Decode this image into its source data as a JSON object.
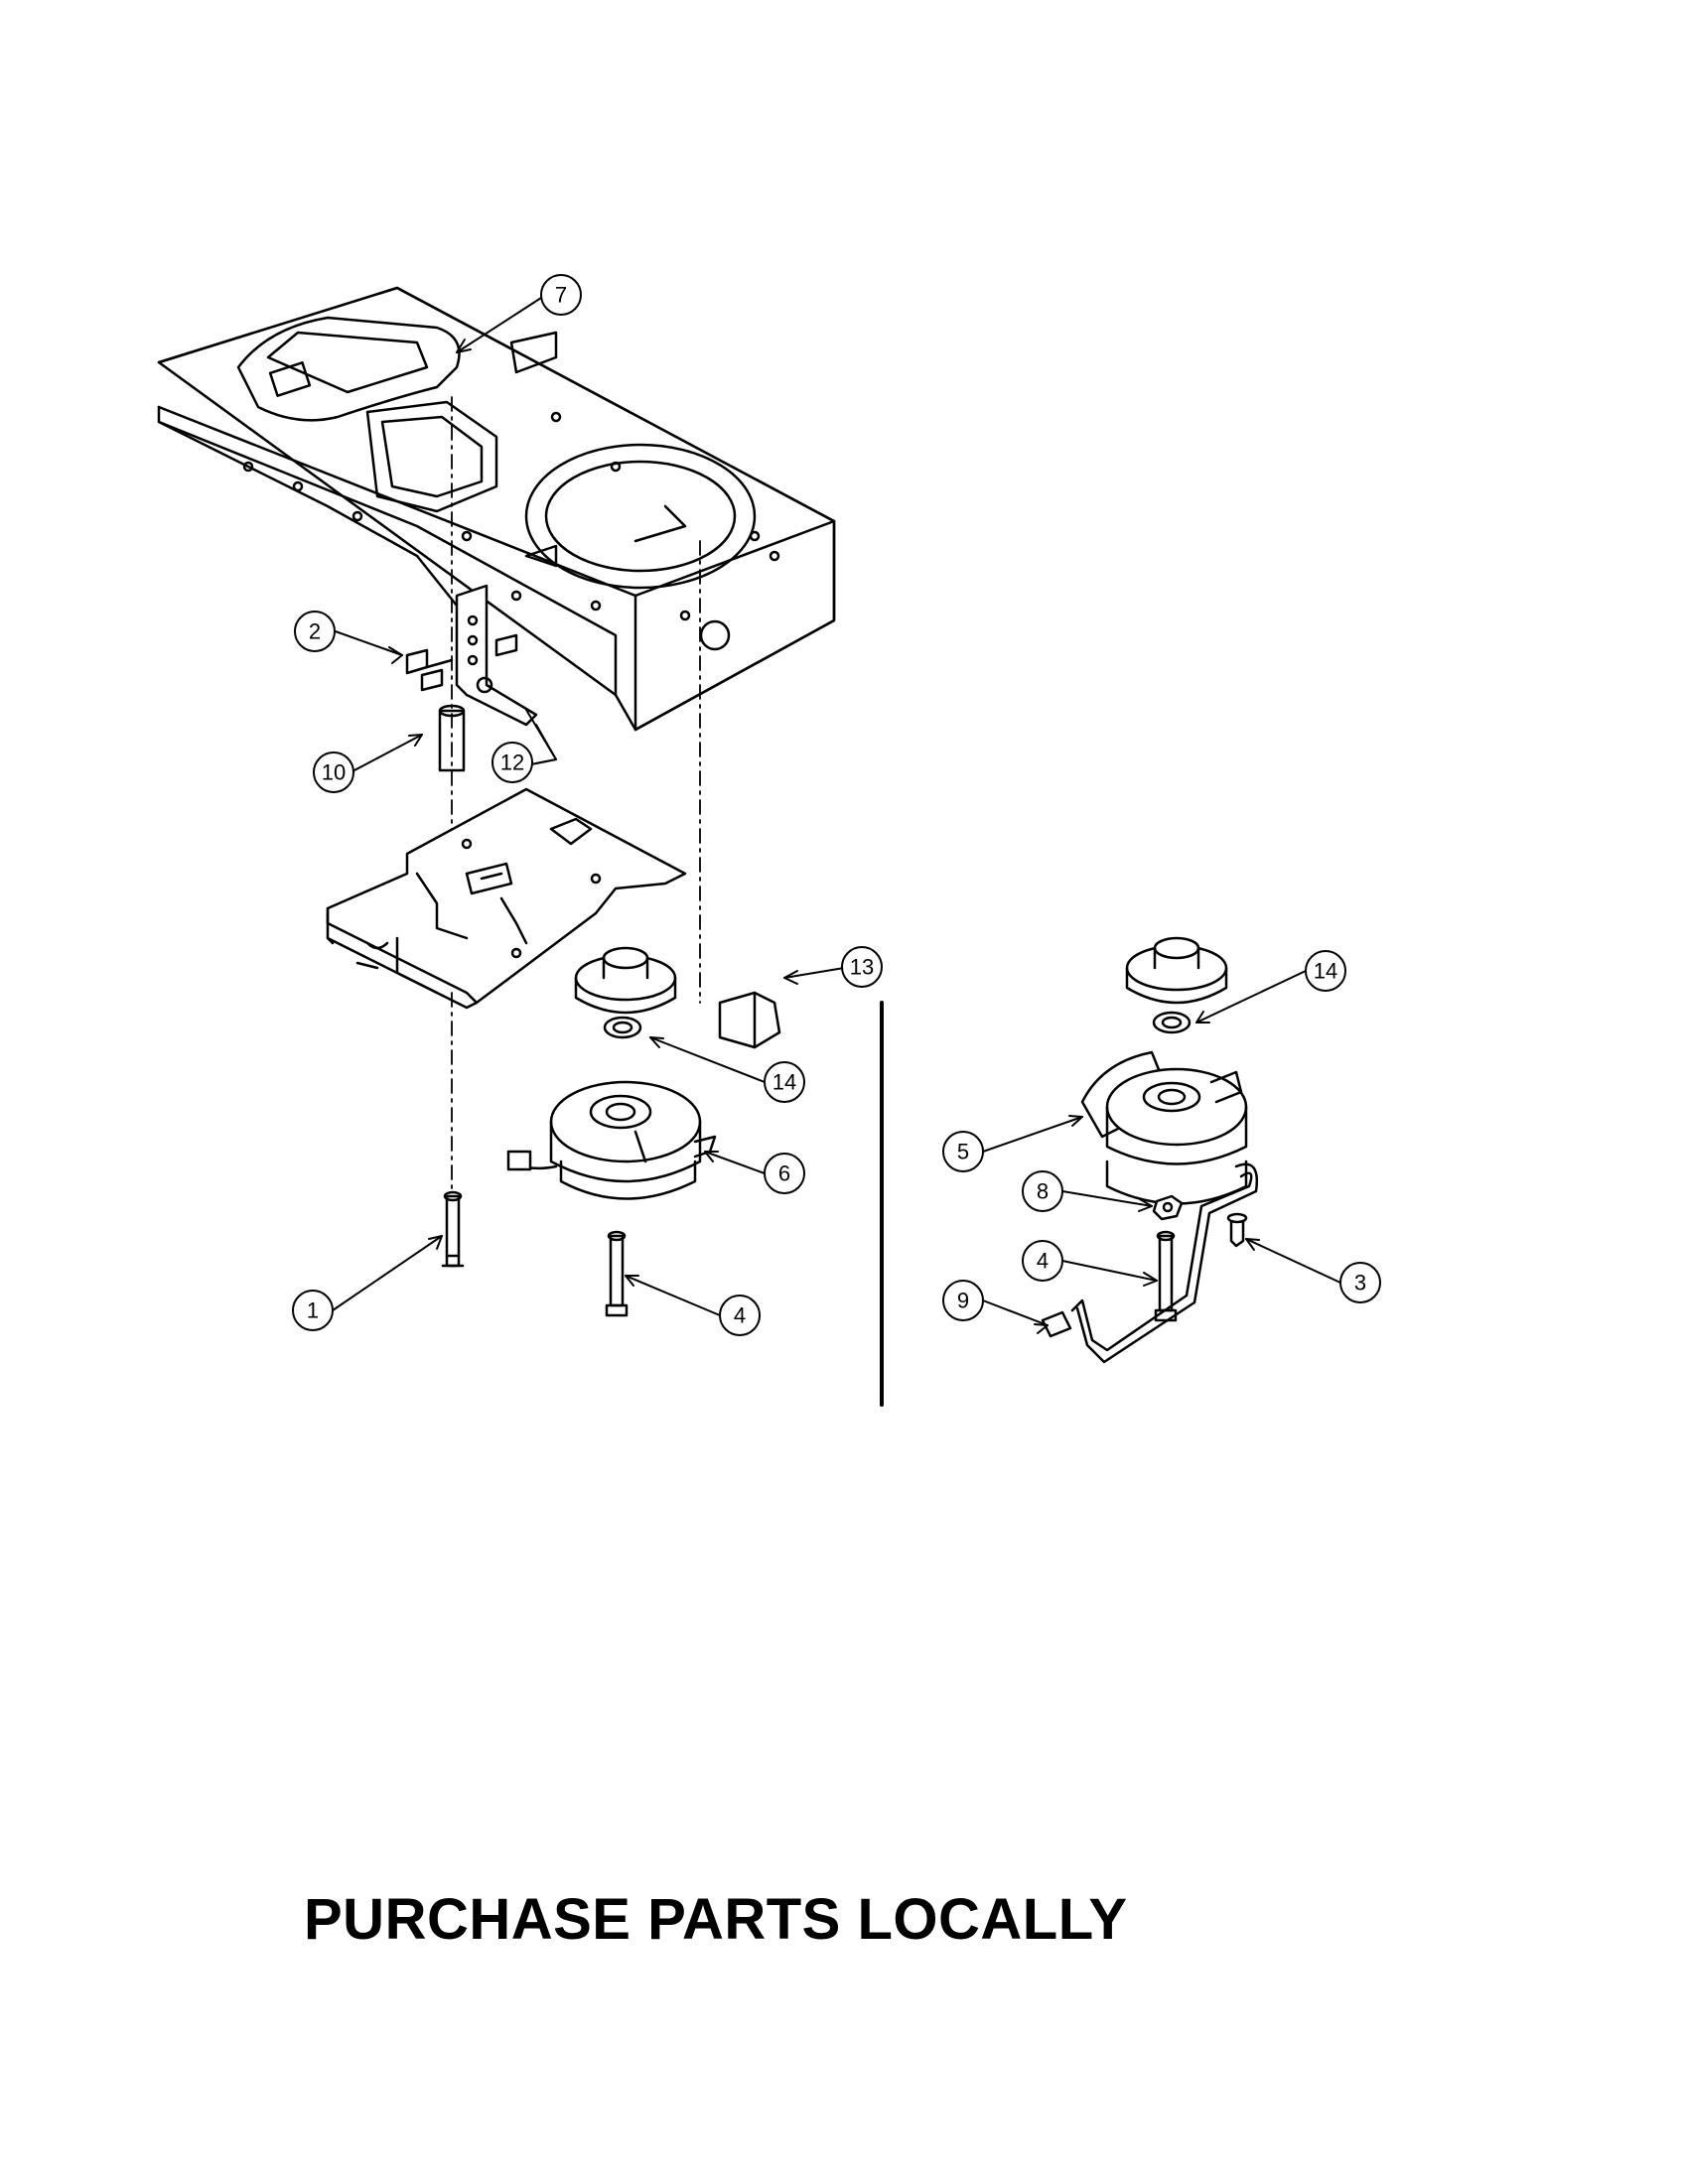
{
  "callouts": [
    {
      "id": "c7",
      "label": "7"
    },
    {
      "id": "c2",
      "label": "2"
    },
    {
      "id": "c10",
      "label": "10"
    },
    {
      "id": "c12",
      "label": "12"
    },
    {
      "id": "c13",
      "label": "13"
    },
    {
      "id": "c14a",
      "label": "14"
    },
    {
      "id": "c6",
      "label": "6"
    },
    {
      "id": "c1",
      "label": "1"
    },
    {
      "id": "c4a",
      "label": "4"
    },
    {
      "id": "c14b",
      "label": "14"
    },
    {
      "id": "c5",
      "label": "5"
    },
    {
      "id": "c8",
      "label": "8"
    },
    {
      "id": "c4b",
      "label": "4"
    },
    {
      "id": "c3",
      "label": "3"
    },
    {
      "id": "c9",
      "label": "9"
    }
  ],
  "notice": "PURCHASE PARTS LOCALLY"
}
